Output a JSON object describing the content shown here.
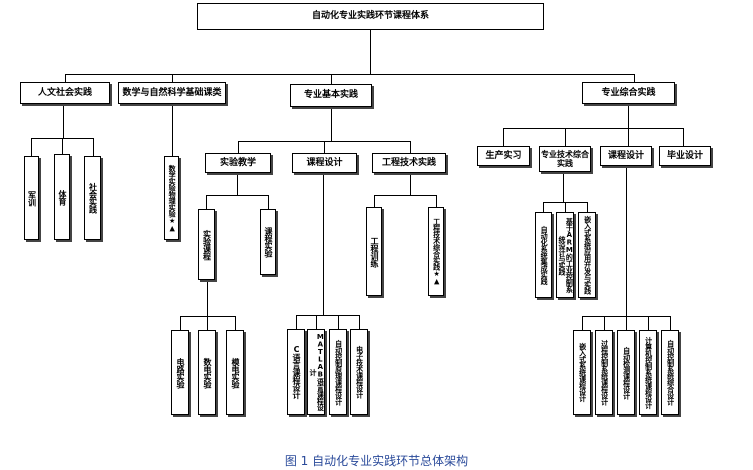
{
  "root": "自动化专业实践环节课程体系",
  "level1": {
    "humanities": "人文社会实践",
    "math_science": "数学与自然科学基础课类",
    "professional_basic": "专业基本实践",
    "professional_comprehensive": "专业综合实践"
  },
  "humanities_items": [
    "军训",
    "体育",
    "社会实践"
  ],
  "math_science_items": [
    "数学实验物理实验★▲"
  ],
  "basic_groups": {
    "experiment_teaching": "实验教学",
    "course_design": "课程设计",
    "engineering_practice": "工程技术实践"
  },
  "experiment_items": [
    "实验课程",
    "课程实验"
  ],
  "experiment_sub": [
    "电路实验",
    "数电实验",
    "模电实验"
  ],
  "course_design_items": [
    "C语言课程设计",
    "MATLAB语言课程设计",
    "自动控制原理课程设计",
    "电子技术课程设计"
  ],
  "engineering_items": [
    "工程训练",
    "工程技术综合实践★▲"
  ],
  "comprehensive_groups": {
    "production": "生产实习",
    "tech_integration": "专业技术综合实践",
    "course_design": "课程设计",
    "graduation": "毕业设计"
  },
  "tech_integration_items": [
    "自动化系统集成实践",
    "基于ARM的工业控制系统设计与实践",
    "嵌入式系统应用开发与实践"
  ],
  "comp_course_items": [
    "嵌入式系统课程设计",
    "过程控制系统课程设计",
    "自动检测课程设计",
    "计算机控制系统课程设计",
    "自动控制系统综合设计"
  ],
  "caption": "图 1 自动化专业实践环节总体架构"
}
